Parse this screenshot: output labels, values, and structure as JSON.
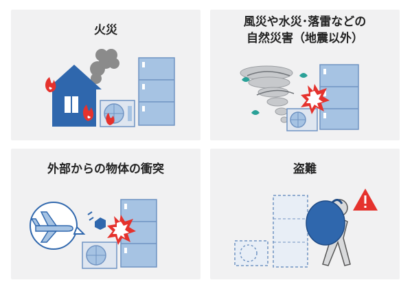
{
  "panels": [
    {
      "title": "火災"
    },
    {
      "title_lines": [
        "風災や水災･落雷などの",
        "自然災害（地震以外）"
      ]
    },
    {
      "title": "外部からの物体の衝突"
    },
    {
      "title": "盗難"
    }
  ],
  "colors": {
    "panel_bg": "#f1f1f2",
    "appliance_blue": "#a6c3e3",
    "appliance_stroke": "#6f93c2",
    "house_blue": "#2f67ad",
    "fire_red": "#e5322d",
    "smoke_gray": "#8b8b8b",
    "thief_bag": "#2f67ad",
    "warning_red": "#e5322d"
  },
  "icons": [
    "house-icon",
    "fire-icon",
    "smoke-icon",
    "tornado-icon",
    "impact-star-icon",
    "airplane-icon",
    "thief-icon",
    "warning-icon",
    "refrigerator-icon",
    "aircon-outdoor-unit-icon"
  ]
}
